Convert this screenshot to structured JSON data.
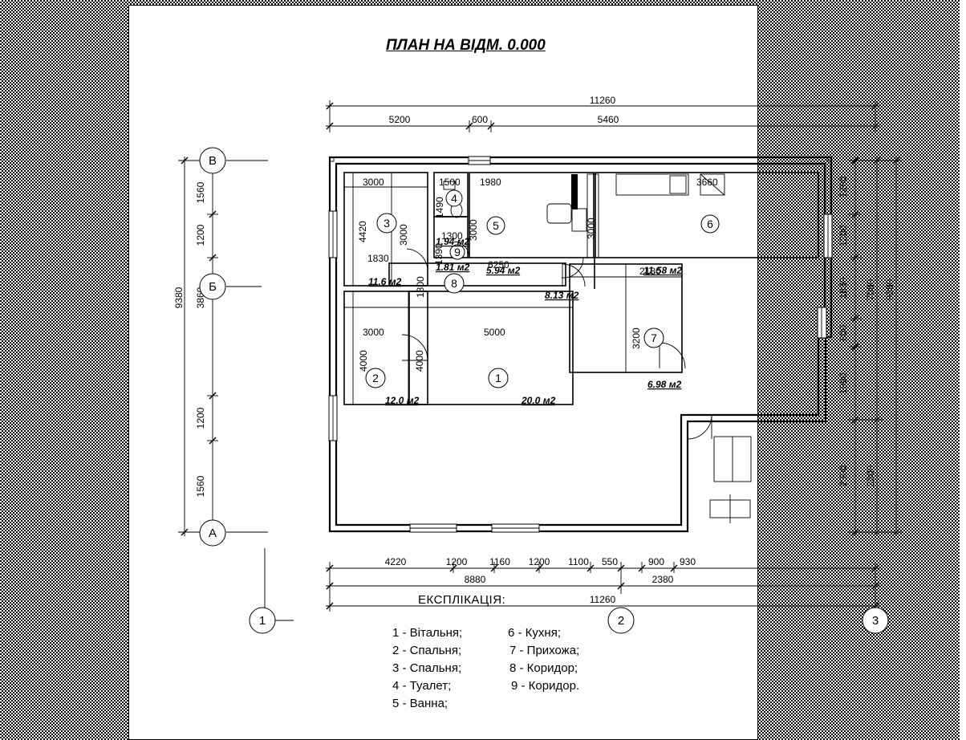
{
  "title": "ПЛАН НА ВІДМ. 0.000",
  "axes": {
    "a": "А",
    "b": "Б",
    "c": "В",
    "n1": "1",
    "n2": "2",
    "n3": "3"
  },
  "top_dims": {
    "total": "11260",
    "d1": "5200",
    "d2": "600",
    "d3": "5460"
  },
  "left_dims": {
    "d1": "1560",
    "d2": "1200",
    "d3": "3860",
    "d4": "1200",
    "d5": "1560",
    "total": "9380"
  },
  "right_dims": {
    "d1": "1260",
    "d2": "1200",
    "d3": "1830",
    "d4": "800",
    "d5": "1990",
    "d6": "2300",
    "sub": "7080",
    "sub2": "2300",
    "total": "9380"
  },
  "bottom_dims": {
    "d1": "4220",
    "d2": "1200",
    "d3": "1160",
    "d4": "1200",
    "d5": "1100",
    "d6": "550",
    "d7": "900",
    "d8": "930",
    "s1": "8880",
    "s2": "2380",
    "total": "11260"
  },
  "inner_dims": {
    "r3_w": "3000",
    "r3_h": "3000",
    "r3_h2": "4420",
    "r3_corr": "1830",
    "r4_w": "1500",
    "r4_h": "1490",
    "r9_w": "1300",
    "r9_h": "1390",
    "r5_w": "1980",
    "r5_h": "3000",
    "r6_w": "3660",
    "r6_h": "3000",
    "r8_w": "6250",
    "r8_h": "1300",
    "r7_w": "2180",
    "r7_h": "3200",
    "r2_w": "3000",
    "r2_h": "4000",
    "r1_w": "5000",
    "r1_h": "4000"
  },
  "rooms": [
    {
      "num": "1",
      "area": "20.0 м2"
    },
    {
      "num": "2",
      "area": "12.0 м2"
    },
    {
      "num": "3",
      "area": "11.6 м2"
    },
    {
      "num": "4",
      "area": "1.94 м2"
    },
    {
      "num": "5",
      "area": "5.94 м2"
    },
    {
      "num": "6",
      "area": "11.58 м2"
    },
    {
      "num": "7",
      "area": "6.98 м2"
    },
    {
      "num": "8",
      "area": "8.13 м2"
    },
    {
      "num": "9",
      "area": "1.81 м2"
    }
  ],
  "explication": {
    "title": "ЕКСПЛІКАЦІЯ:",
    "left": [
      "1 - Вітальня;",
      "2 - Спальня;",
      "3 - Спальня;",
      "4 - Туалет;",
      "5 - Ванна;"
    ],
    "right": [
      "6 - Кухня;",
      "7 - Прихожа;",
      "8 - Коридор;",
      "9 - Коридор."
    ]
  }
}
